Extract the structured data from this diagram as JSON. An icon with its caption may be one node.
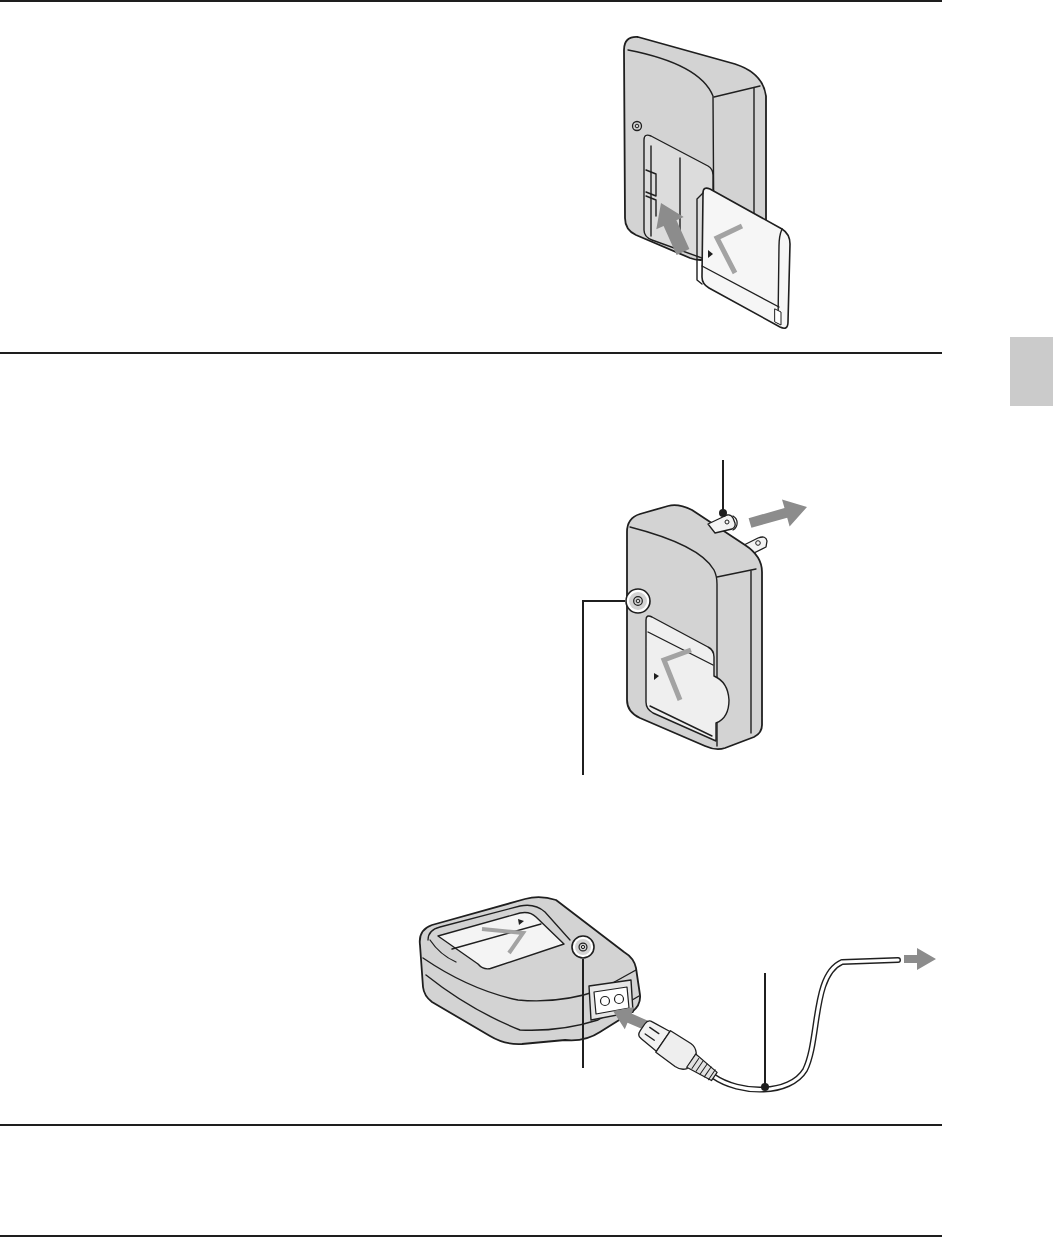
{
  "diagram": {
    "nodes": [
      {
        "text": [],
        "shape": "picture"
      },
      {
        "text": [],
        "shape": "circle"
      },
      {
        "text": [],
        "shape": "circle"
      },
      {
        "text": [],
        "shape": "picture"
      }
    ],
    "edges": [
      {
        "from": null,
        "to": 0,
        "arrow": "other"
      },
      {
        "from": null,
        "to": 1,
        "arrow": "none"
      },
      {
        "from": null,
        "to": 2,
        "arrow": "none"
      },
      {
        "from": null,
        "to": 3,
        "arrow": "other"
      }
    ]
  }
}
